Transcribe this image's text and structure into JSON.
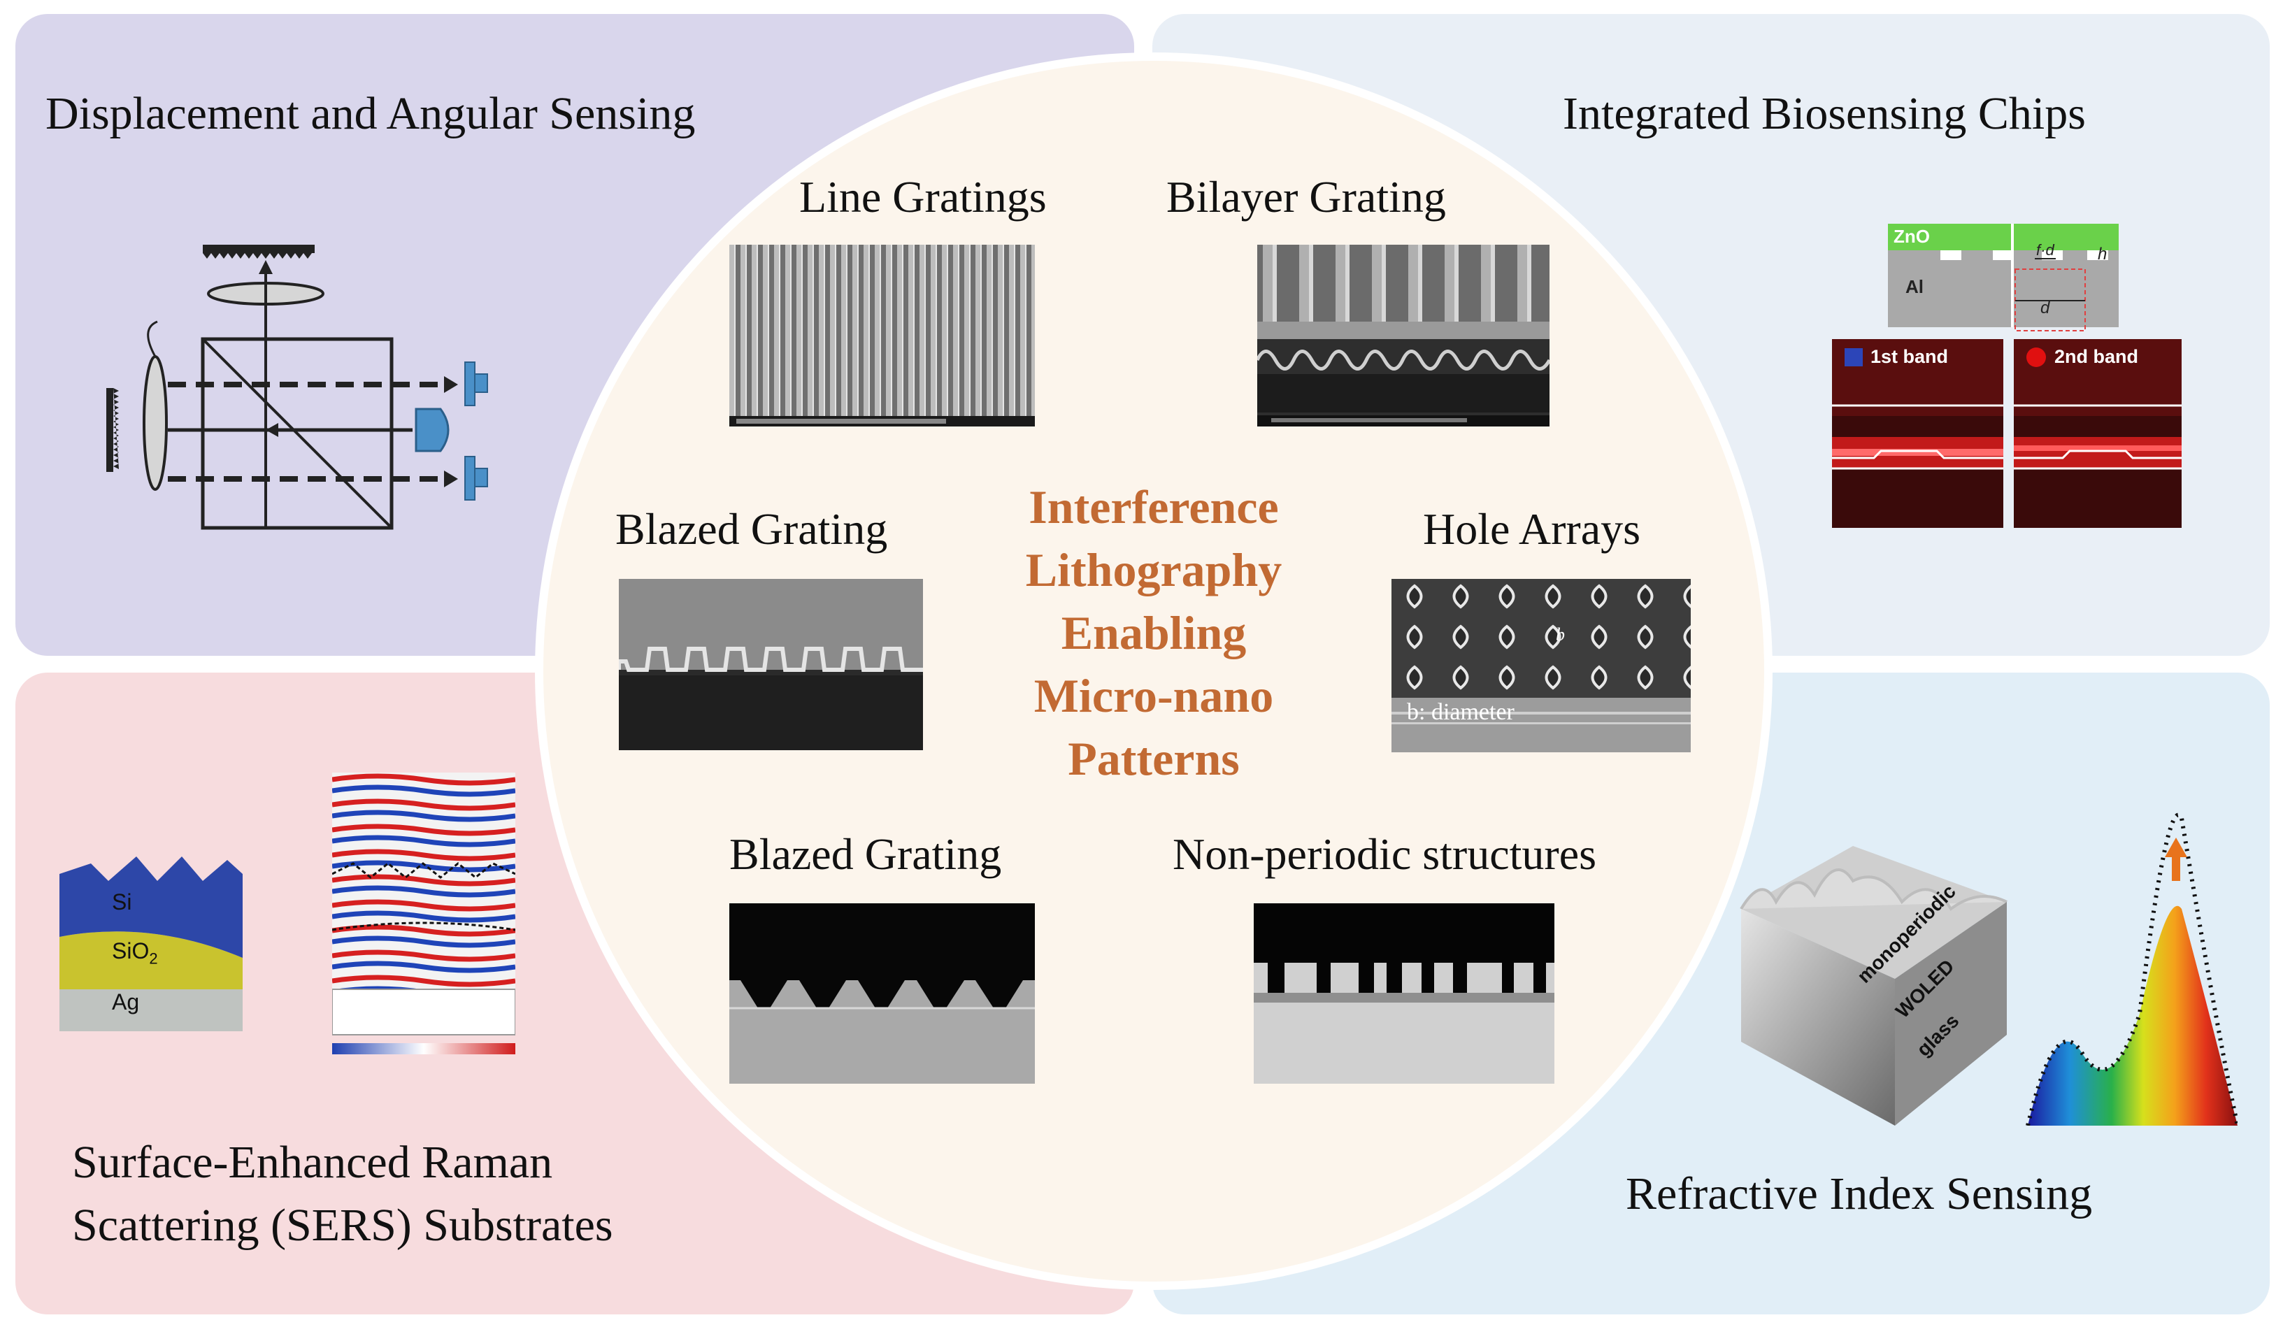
{
  "quadrants": {
    "top_left": {
      "title": "Displacement and Angular Sensing"
    },
    "top_right": {
      "title": "Integrated Biosensing Chips"
    },
    "bottom_left": {
      "title_line1": "Surface-Enhanced Raman",
      "title_line2": "Scattering (SERS) Substrates"
    },
    "bottom_right": {
      "title": "Refractive Index Sensing"
    }
  },
  "center": {
    "lines": [
      "Interference",
      "Lithography",
      "Enabling",
      "Micro-nano",
      "Patterns"
    ],
    "color": "#c26a33"
  },
  "patterns": {
    "line_gratings": "Line Gratings",
    "bilayer_grating": "Bilayer Grating",
    "blazed_grating_1": "Blazed Grating",
    "hole_arrays": "Hole Arrays",
    "hole_annotation": "b: diameter",
    "hole_symbol": "b",
    "blazed_grating_2": "Blazed Grating",
    "non_periodic": "Non-periodic structures"
  },
  "biosensing": {
    "zno": "ZnO",
    "al": "Al",
    "fd": "f·d",
    "d": "d",
    "h": "h",
    "band1": "1st band",
    "band2": "2nd band"
  },
  "sers": {
    "si": "Si",
    "sio2": "SiO",
    "sio2_sub": "2",
    "ag": "Ag"
  },
  "ri": {
    "line1": "monoperiodic",
    "line2": "WOLED",
    "line3": "glass"
  },
  "colors": {
    "quad_tl": "#d9d6ec",
    "quad_tr": "#e9eff6",
    "quad_bl": "#f7dcde",
    "quad_br": "#e1eef7",
    "circle": "#fcf5ec"
  }
}
